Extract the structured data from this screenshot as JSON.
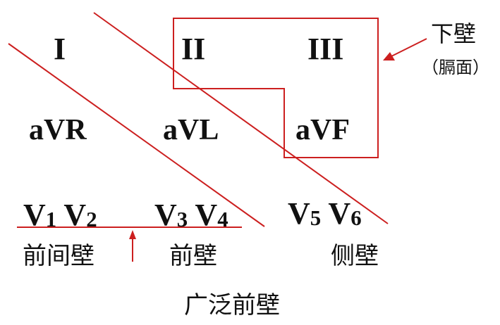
{
  "colors": {
    "line": "#cc1f1f",
    "text": "#111111",
    "background": "#ffffff"
  },
  "limb_leads": {
    "I": "I",
    "II": "II",
    "III": "III",
    "aVR": "aVR",
    "aVL": "aVL",
    "aVF": "aVF"
  },
  "precordial_leads": {
    "v1": {
      "main": "V",
      "sub": "1"
    },
    "v2": {
      "main": "V",
      "sub": "2"
    },
    "v3": {
      "main": "V",
      "sub": "3"
    },
    "v4": {
      "main": "V",
      "sub": "4"
    },
    "v5": {
      "main": "V",
      "sub": "5"
    },
    "v6": {
      "main": "V",
      "sub": "6"
    }
  },
  "regions": {
    "inferior_wall": "下壁",
    "inferior_note": "（膈面）",
    "septal_wall": "前间壁",
    "anterior_wall": "前壁",
    "lateral_wall": "侧壁",
    "extensive_anterior": "广泛前壁"
  }
}
